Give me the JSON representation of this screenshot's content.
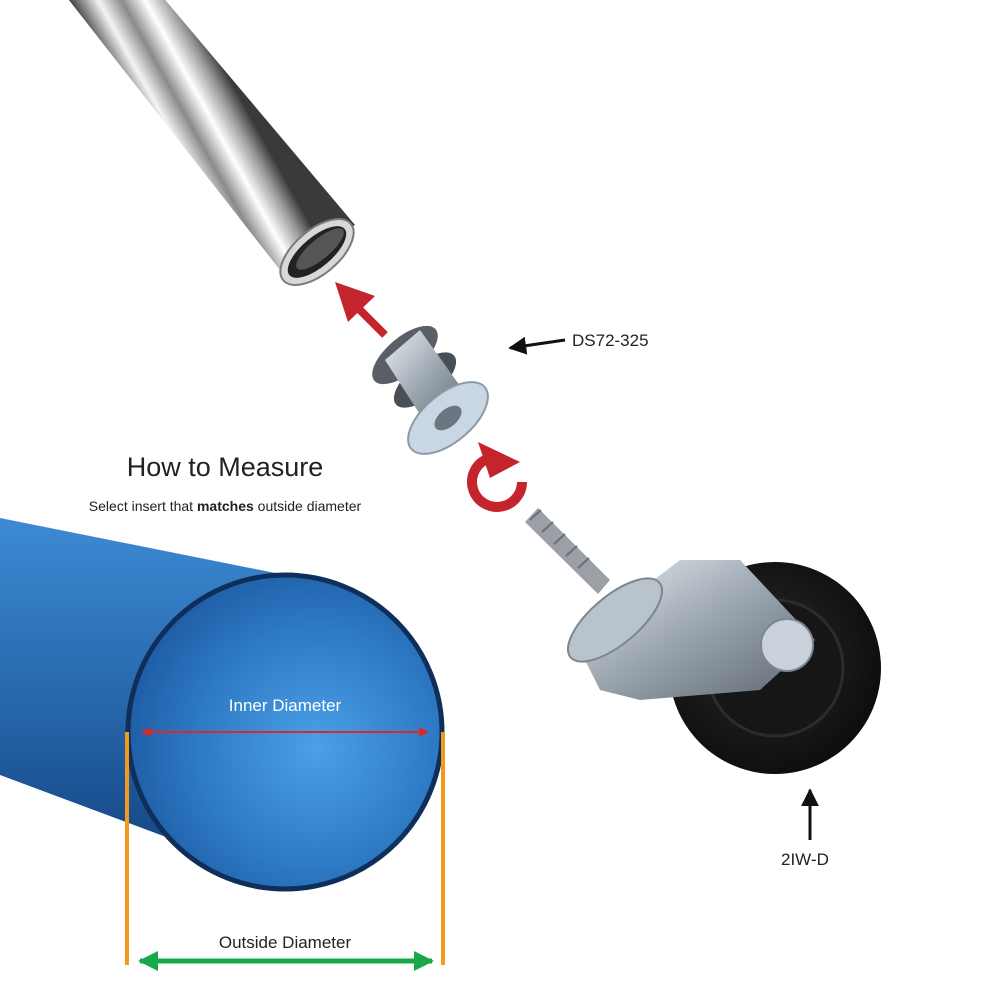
{
  "heading": {
    "title": "How to Measure",
    "subtitle_pre": "Select insert that ",
    "subtitle_bold": "matches",
    "subtitle_post": " outside diameter"
  },
  "labels": {
    "inner_diameter": "Inner Diameter",
    "outside_diameter": "Outside Diameter",
    "insert_part": "DS72-325",
    "caster_part": "2IW-D"
  },
  "colors": {
    "tube_blue": "#2a76c0",
    "tube_outline": "#0f2f5a",
    "inner_arrow": "#d52b2b",
    "outer_arrow": "#17a84a",
    "outer_guides": "#f39a1e",
    "assembly_arrow": "#c4242b"
  }
}
